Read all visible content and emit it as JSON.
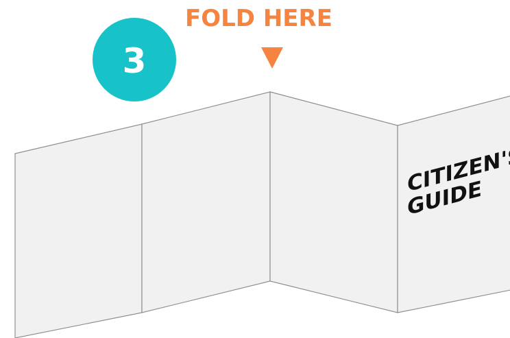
{
  "fold_label": "FOLD HERE",
  "step_number": "3",
  "cover_title_line1": "CITIZEN'S",
  "cover_title_line2": "GUIDE",
  "colors": {
    "step_badge": "#17c3c9",
    "fold_label": "#f4843f",
    "fold_arrow": "#f4843f",
    "panel_fill": "#f1f1f1",
    "panel_stroke": "#8f8f8f",
    "cover_text": "#111111"
  },
  "icons": {
    "fold_arrow": "down-triangle-arrow-icon"
  }
}
